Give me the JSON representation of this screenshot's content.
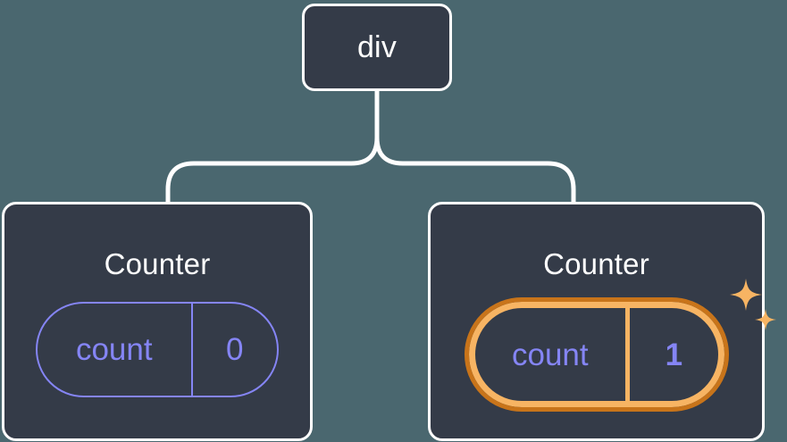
{
  "diagram": {
    "type": "component-tree",
    "background_color": "#4A676F",
    "node_fill_color": "#343B48",
    "node_border_color": "#FFFFFF",
    "edge_color": "#FFFFFF",
    "state_color": "#8585F5",
    "highlight_outer_color": "#C8741A",
    "highlight_inner_color": "#F7B463",
    "sparkle_color": "#F7B463"
  },
  "root": {
    "label": "div"
  },
  "children": [
    {
      "label": "Counter",
      "state": {
        "key": "count",
        "value": "0"
      },
      "highlighted": false,
      "sparkles": false
    },
    {
      "label": "Counter",
      "state": {
        "key": "count",
        "value": "1"
      },
      "highlighted": true,
      "sparkles": true
    }
  ],
  "icons": {
    "sparkle_large": "sparkle-icon",
    "sparkle_small": "sparkle-icon"
  }
}
